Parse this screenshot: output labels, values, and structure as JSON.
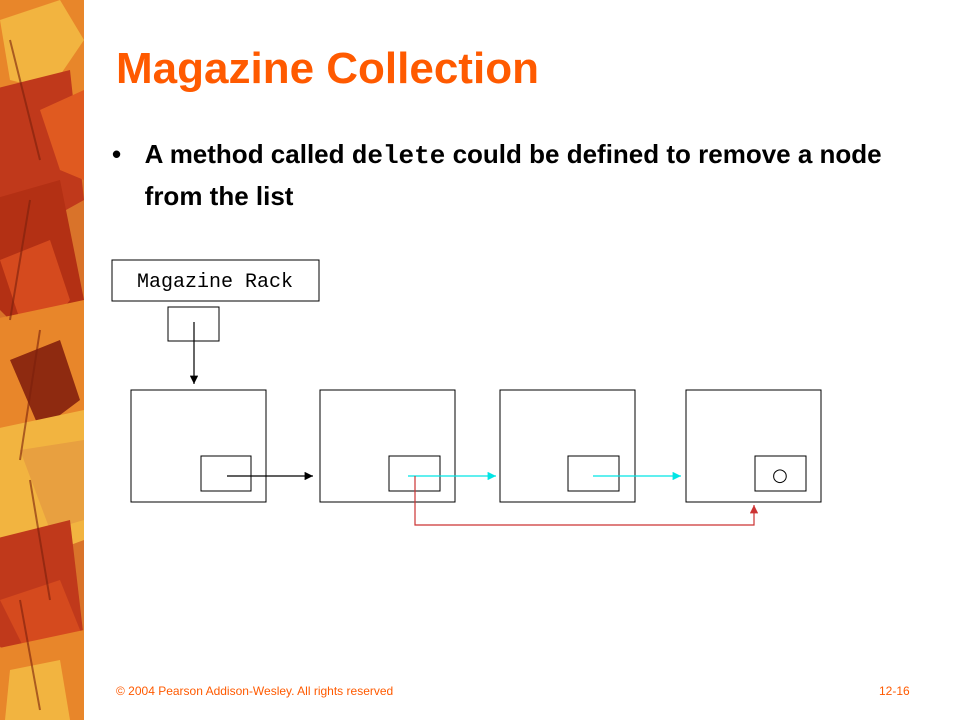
{
  "slide": {
    "title": "Magazine Collection",
    "bullet": {
      "before": "A method called ",
      "code": "delete",
      "after": " could be defined to remove a node from the list"
    }
  },
  "diagram": {
    "head_label": "Magazine Rack",
    "node_count": 4,
    "null_marker": "○",
    "colors": {
      "next_link": "#000000",
      "old_link": "#00E5E5",
      "bypass_link": "#CC3333"
    }
  },
  "footer": {
    "copyright": "© 2004 Pearson Addison-Wesley. All rights reserved",
    "page": "12-16"
  },
  "theme": {
    "accent": "#FF5A00",
    "leaf_colors": [
      "#C0391B",
      "#E8862A",
      "#F2B440",
      "#8E2A10"
    ]
  }
}
